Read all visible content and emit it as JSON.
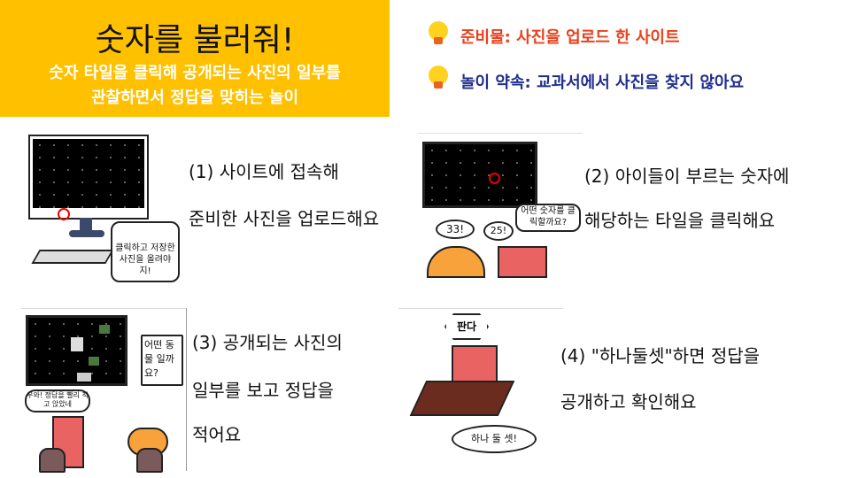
{
  "header": {
    "title": "숫자를 불러줘!",
    "subtitle_line1": "숫자 타일을 클릭해 공개되는 사진의 일부를",
    "subtitle_line2": "관찰하면서 정답을 맞히는 놀이",
    "bg_color": "#FFC000"
  },
  "notes": {
    "materials": "준비물: 사진을 업로드 한 사이트",
    "rule": "놀이 약속: 교과서에서 사진을 찾지 않아요",
    "materials_color": "#E8401C",
    "rule_color": "#1F2E8C"
  },
  "steps": [
    {
      "line1": "(1) 사이트에 접속해",
      "line2": "준비한 사진을 업로드해요",
      "bubble": "클릭하고 저장한 사진을 올려야지!"
    },
    {
      "line1": "(2) 아이들이 부르는 숫자에",
      "line2": "해당하는 타일을 클릭해요",
      "bubble": "어떤 숫자를 클릭할까요?",
      "kid1": "33!",
      "kid2": "25!"
    },
    {
      "line1": "(3) 공개되는 사진의",
      "line2": "일부를 보고 정답을",
      "line3": "적어요",
      "bubble": "어떤 동물 일까요?",
      "kid_bubble": "우와! 정답을 빨리 적고 앉았네"
    },
    {
      "line1": "(4) \"하나둘셋\"하면 정답을",
      "line2": "공개하고 확인해요",
      "sign": "판다",
      "bubble": "하나 둘 셋!"
    }
  ]
}
